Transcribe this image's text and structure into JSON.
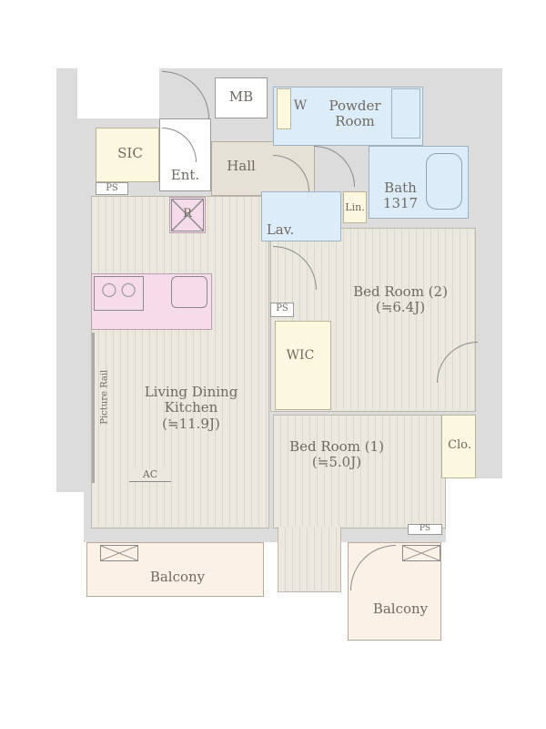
{
  "floorplan": {
    "rooms": {
      "mb": "MB",
      "powder_room": [
        "Powder",
        "Room"
      ],
      "washer": "W",
      "sic": "SIC",
      "entrance": "Ent.",
      "hall": "Hall",
      "bath": [
        "Bath",
        "1317"
      ],
      "linen": "Lin.",
      "lavatory": "Lav.",
      "refrigerator": "R",
      "ps_top": "PS",
      "ps_mid": "PS",
      "ps_bottom": "PS",
      "bedroom2": [
        "Bed Room (2)",
        "(≒6.4J)"
      ],
      "wic": "WIC",
      "ldk": [
        "Living Dining",
        "Kitchen",
        "(≒11.9J)"
      ],
      "picture_rail": "Picture Rail",
      "ac": "AC",
      "bedroom1": [
        "Bed Room (1)",
        "(≒5.0J)"
      ],
      "closet": "Clo.",
      "balcony_left": "Balcony",
      "balcony_right": "Balcony"
    },
    "colors": {
      "wall": "#dcdcdc",
      "wet": "#dcedf9",
      "storage": "#fbf8df",
      "kitchen": "#f6dcea",
      "balcony": "#fcf1e6"
    }
  }
}
